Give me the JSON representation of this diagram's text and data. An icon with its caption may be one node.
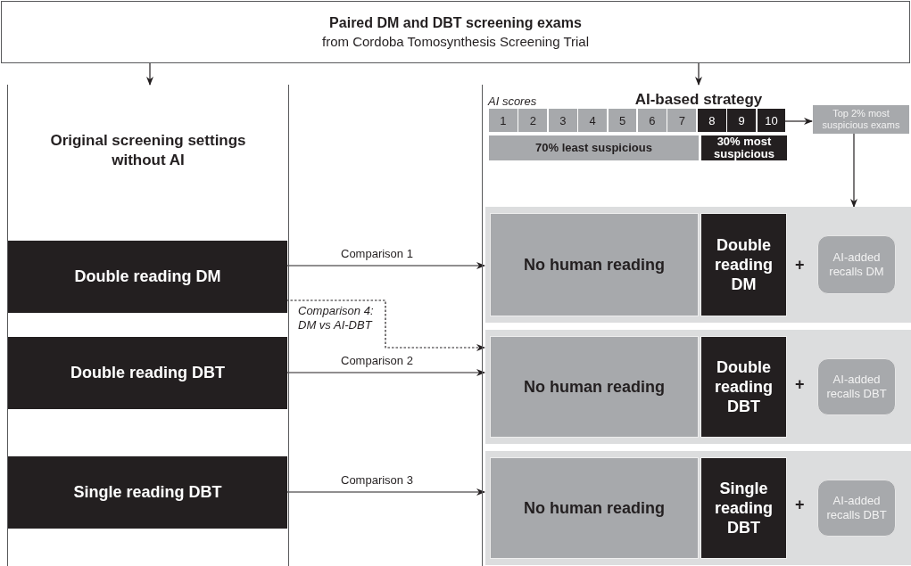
{
  "diagram": {
    "nodes": [
      {
        "text": [
          "Paired DM and DBT screening exams",
          "from Cordoba Tomosynthesis Screening Trial"
        ]
      },
      {
        "text": [
          "Original screening settings without AI"
        ]
      },
      {
        "text": [
          "Double reading DM"
        ],
        "in": 1
      },
      {
        "text": [
          "Double reading DBT"
        ],
        "in": 1
      },
      {
        "text": [
          "Single reading DBT"
        ],
        "in": 1
      },
      {
        "text": [
          "AI-based strategy"
        ]
      },
      {
        "text": [
          "1"
        ],
        "in": 5
      },
      {
        "text": [
          "2"
        ],
        "in": 5
      },
      {
        "text": [
          "3"
        ],
        "in": 5
      },
      {
        "text": [
          "4"
        ],
        "in": 5
      },
      {
        "text": [
          "5"
        ],
        "in": 5
      },
      {
        "text": [
          "6"
        ],
        "in": 5
      },
      {
        "text": [
          "7"
        ],
        "in": 5
      },
      {
        "text": [
          "8"
        ],
        "in": 5
      },
      {
        "text": [
          "9"
        ],
        "in": 5
      },
      {
        "text": [
          "10"
        ],
        "in": 5
      },
      {
        "text": [
          "70% least suspicious"
        ],
        "in": 5
      },
      {
        "text": [
          "30% most suspicious"
        ],
        "in": 5
      },
      {
        "text": [
          "Top 2% most suspicious exams"
        ],
        "in": 5
      },
      {
        "text": [],
        "shape": "box",
        "in": 5
      },
      {
        "text": [
          "No human reading"
        ],
        "in": 19
      },
      {
        "text": [
          "Double reading DM"
        ],
        "in": 19
      },
      {
        "text": [
          "AI-added recalls DM"
        ],
        "in": 19
      },
      {
        "text": [],
        "shape": "box",
        "in": 5
      },
      {
        "text": [
          "No human reading"
        ],
        "in": 23
      },
      {
        "text": [
          "Double reading DBT"
        ],
        "in": 23
      },
      {
        "text": [
          "AI-added recalls DBT"
        ],
        "in": 23
      },
      {
        "text": [],
        "shape": "box",
        "in": 5
      },
      {
        "text": [
          "No human reading"
        ],
        "in": 27
      },
      {
        "text": [
          "Single reading DBT"
        ],
        "in": 27
      },
      {
        "text": [
          "AI-added recalls DBT"
        ],
        "in": 27
      }
    ],
    "edges": [
      {
        "from": 0,
        "to": 1,
        "arrow": "to"
      },
      {
        "from": 0,
        "to": 5,
        "arrow": "to"
      },
      {
        "from": 2,
        "to": 19,
        "arrow": "to",
        "label": "Comparison 1"
      },
      {
        "from": 2,
        "to": 23,
        "arrow": "to",
        "label": "Comparison 4: DM vs AI-DBT",
        "style": "dashed"
      },
      {
        "from": 3,
        "to": 23,
        "arrow": "to",
        "label": "Comparison 2"
      },
      {
        "from": 4,
        "to": 27,
        "arrow": "to",
        "label": "Comparison 3"
      },
      {
        "from": 15,
        "to": 18,
        "arrow": "to"
      },
      {
        "from": 18,
        "to": 19,
        "arrow": "to"
      }
    ],
    "labels": [
      "AI scores",
      "+",
      "+",
      "+"
    ]
  }
}
